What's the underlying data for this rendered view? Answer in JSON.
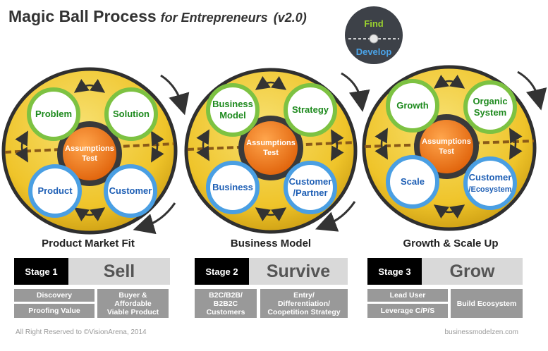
{
  "header": {
    "title": "Magic Ball Process",
    "subtitle": "for Entrepreneurs",
    "version": "(v2.0)"
  },
  "badge": {
    "top": "Find",
    "bottom": "Develop",
    "top_color": "#9ad12f",
    "bottom_color": "#4aa3e8"
  },
  "panels": [
    {
      "nodes": {
        "top_left": "Problem",
        "top_right": "Solution",
        "bottom_left": "Product",
        "bottom_right": "Customer"
      },
      "core": [
        "Assumptions",
        "Test"
      ],
      "title": "Product Market Fit",
      "stage_label": "Stage 1",
      "stage_word": "Sell",
      "boxes": {
        "left_top": "Discovery",
        "left_bottom": "Proofing Value",
        "right": [
          "Buyer &",
          "Affordable",
          "Viable Product"
        ]
      }
    },
    {
      "nodes": {
        "top_left": [
          "Business",
          "Model"
        ],
        "top_right": "Strategy",
        "bottom_left": "Business",
        "bottom_right": [
          "Customer",
          "/Partner"
        ]
      },
      "core": [
        "Assumptions",
        "Test"
      ],
      "title": "Business Model",
      "stage_label": "Stage 2",
      "stage_word": "Survive",
      "boxes": {
        "left": [
          "B2C/B2B/",
          "B2B2C",
          "Customers"
        ],
        "right": [
          "Entry/",
          "Differentiation/",
          "Coopetition Strategy"
        ]
      }
    },
    {
      "nodes": {
        "top_left": "Growth",
        "top_right": [
          "Organic",
          "System"
        ],
        "bottom_left": "Scale",
        "bottom_right": [
          "Customer",
          "/Ecosystem"
        ]
      },
      "core": [
        "Assumptions",
        "Test"
      ],
      "title": "Growth & Scale Up",
      "stage_label": "Stage 3",
      "stage_word": "Grow",
      "boxes": {
        "left_top": "Lead User",
        "left_bottom": "Leverage C/P/S",
        "right": "Build Ecosystem"
      }
    }
  ],
  "footer": {
    "left": "All Right Reserved to ©VisionArena, 2014",
    "right": "businessmodelzen.com"
  },
  "colors": {
    "ball": "#f2cc30",
    "find_ring": "#7dc242",
    "develop_ring": "#4a9fe3",
    "core": "#f07a12",
    "find_text": "#1e8a1e",
    "develop_text": "#1e5fb5"
  }
}
